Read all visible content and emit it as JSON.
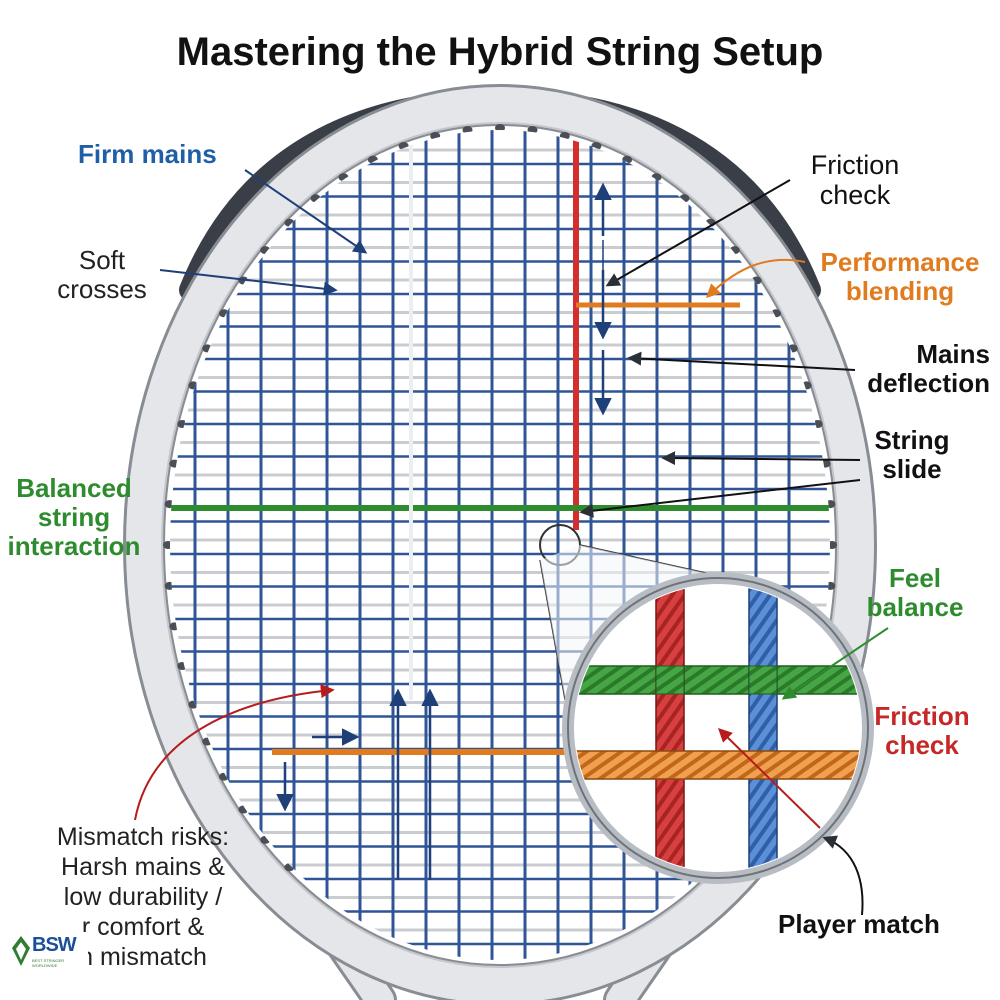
{
  "title": "Mastering the Hybrid String Setup",
  "labels": {
    "firm_mains": "Firm mains",
    "soft_crosses": [
      "Soft",
      "crosses"
    ],
    "balanced_interaction": [
      "Balanced",
      "string",
      "interaction"
    ],
    "friction_check_top": [
      "Friction",
      "check"
    ],
    "performance_blending": [
      "Performance",
      "blending"
    ],
    "mains_deflection": [
      "Mains",
      "deflection"
    ],
    "string_slide": [
      "String",
      "slide"
    ],
    "feel_balance": [
      "Feel",
      "balance"
    ],
    "friction_check_zoom": [
      "Friction",
      "check"
    ],
    "player_match": "Player match",
    "mismatch_risks": [
      "Mismatch risks:",
      "Harsh mains &",
      "low durability /",
      "r comfort &",
      "n mismatch"
    ]
  },
  "logo": {
    "text": "BSW",
    "subtext": "BEST STRINGER WORLDWIDE"
  },
  "colors": {
    "main_string": "#2f5597",
    "cross_string": "#c9ccd1",
    "frame": "#e4e6ea",
    "frame_outline": "#888c93",
    "bumper": "#3a3f47",
    "red_accent": "#d32f2f",
    "orange_accent": "#e07b1f",
    "green_accent": "#2e8b2e",
    "blue_label": "#1f5fa8",
    "text_dark": "#111111"
  }
}
